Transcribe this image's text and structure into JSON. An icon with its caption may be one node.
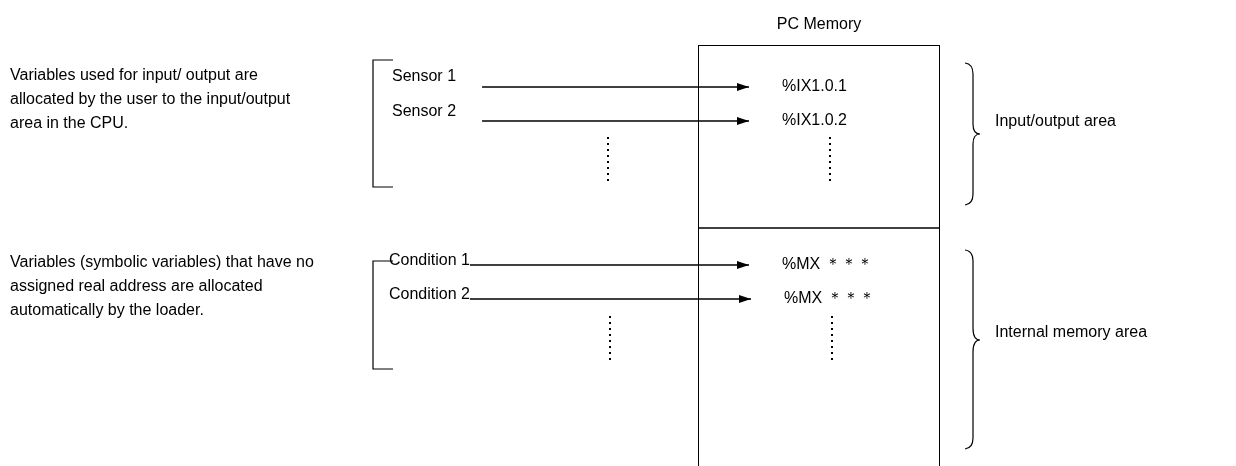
{
  "diagram": {
    "nodes": [
      {
        "text": [
          "PC Memory"
        ]
      },
      {
        "text": [
          "%IX1.0.1"
        ],
        "in": 0
      },
      {
        "text": [
          "%IX1.0.2"
        ],
        "in": 0
      },
      {
        "text": [
          "%MX ＊＊＊"
        ],
        "in": 0
      },
      {
        "text": [
          "%MX ＊＊＊"
        ],
        "in": 0
      },
      {
        "text": [
          "Sensor 1"
        ]
      },
      {
        "text": [
          "Sensor 2"
        ]
      },
      {
        "text": [
          "Condition 1"
        ]
      },
      {
        "text": [
          "Condition 2"
        ]
      }
    ],
    "edges": [
      {
        "from": 5,
        "to": 1,
        "arrow": "to"
      },
      {
        "from": 6,
        "to": 2,
        "arrow": "to"
      },
      {
        "from": 7,
        "to": 3,
        "arrow": "to"
      },
      {
        "from": 8,
        "to": 4,
        "arrow": "to"
      }
    ],
    "labels": [
      "Variables used for input/ output are allocated by the user to the input/output area in the CPU.",
      "Variables (symbolic variables) that have no assigned real address are allocated automatically by the loader.",
      "Input/output area",
      "Internal memory area"
    ]
  }
}
